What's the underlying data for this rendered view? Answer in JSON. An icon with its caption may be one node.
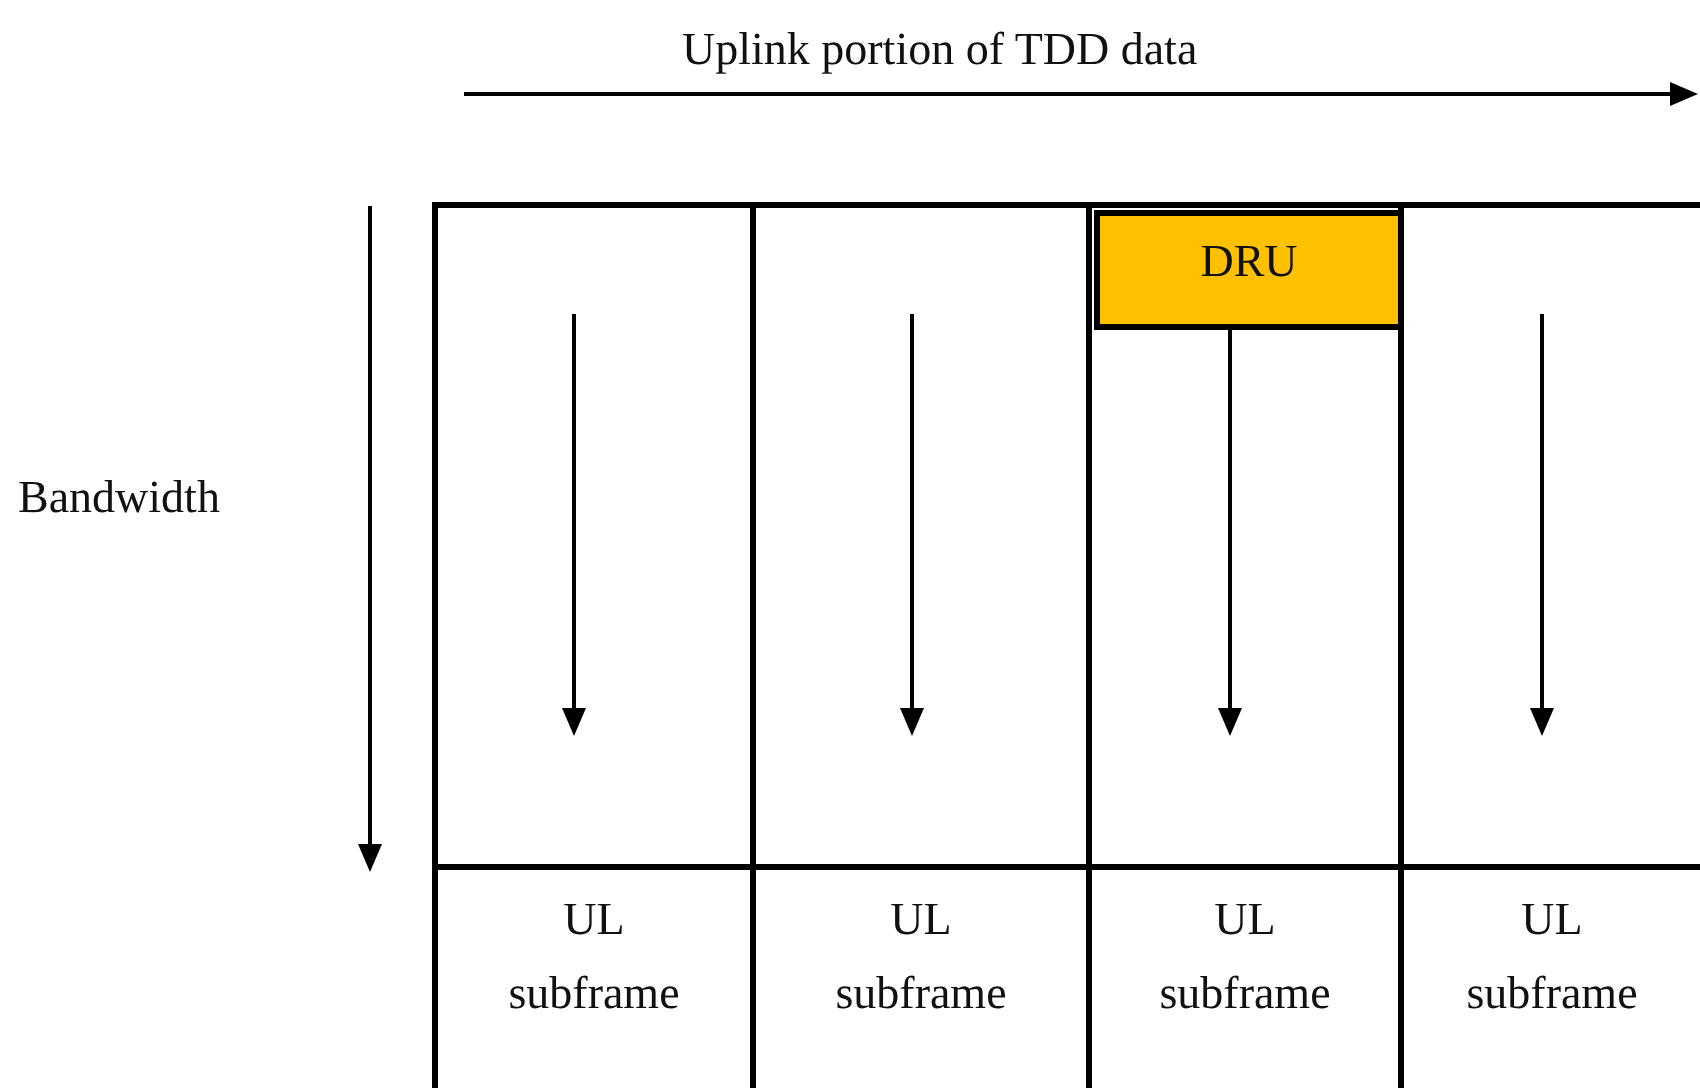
{
  "diagram": {
    "nodes": [
      {
        "text": [],
        "shape": "box"
      },
      {
        "text": [],
        "shape": "box"
      },
      {
        "text": [],
        "shape": "box"
      },
      {
        "text": [],
        "shape": "box"
      },
      {
        "text": [
          "DRU"
        ],
        "in": 2
      },
      {
        "text": [
          "UL subframe"
        ]
      },
      {
        "text": [
          "UL subframe"
        ]
      },
      {
        "text": [
          "UL subframe"
        ]
      },
      {
        "text": [
          "UL subframe"
        ]
      }
    ],
    "edges": [],
    "labels": [
      "Uplink portion of TDD data",
      "Bandwidth"
    ]
  }
}
